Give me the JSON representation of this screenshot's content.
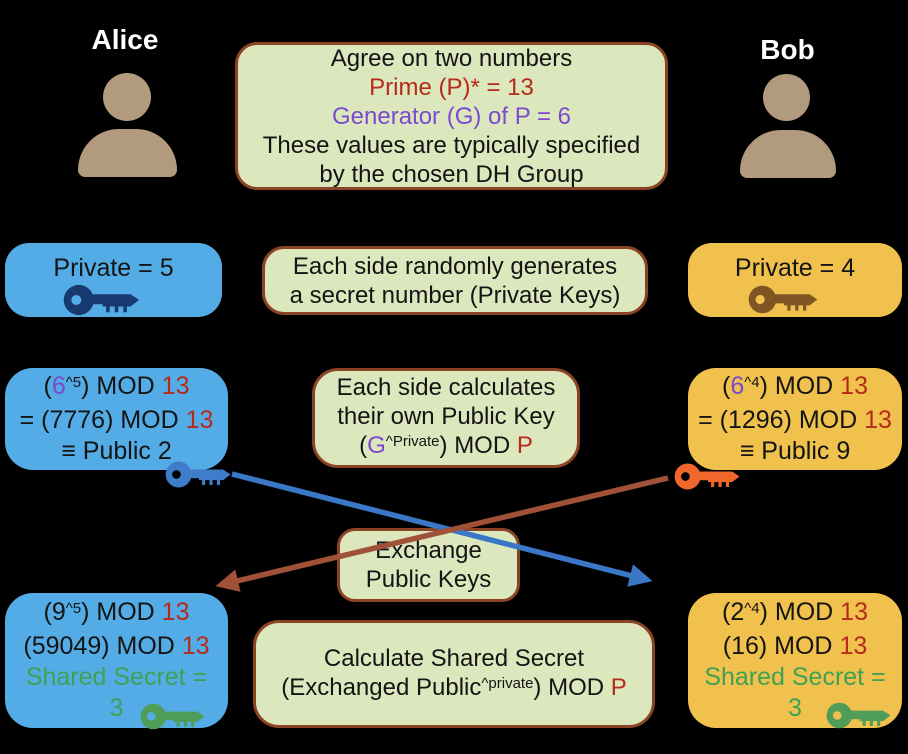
{
  "actors": {
    "alice": "Alice",
    "bob": "Bob"
  },
  "agree_box": {
    "line1": "Agree on two numbers",
    "line2": "Prime (P)* = 13",
    "line3": "Generator (G) of P = 6",
    "line4": "These values are typically specified",
    "line5": "by the chosen DH Group"
  },
  "generate_box": {
    "line1": "Each side randomly generates",
    "line2": "a secret number (Private Keys)"
  },
  "alice_private_box": {
    "label": "Private = 5"
  },
  "bob_private_box": {
    "label": "Private = 4"
  },
  "calc_public_box": {
    "line1": "Each side calculates",
    "line2": "their own Public Key",
    "formula": {
      "open": "(",
      "g": "G",
      "sup": "^Private",
      "mod": ") MOD ",
      "p": "P"
    }
  },
  "alice_public_box": {
    "line1": {
      "open": "(",
      "base": "6",
      "sup": "^5",
      "mod": ") MOD ",
      "p": "13"
    },
    "line2": {
      "pre": "= (7776) MOD ",
      "p": "13"
    },
    "line3": "≡ Public 2"
  },
  "bob_public_box": {
    "line1": {
      "open": "(",
      "base": "6",
      "sup": "^4",
      "mod": ") MOD ",
      "p": "13"
    },
    "line2": {
      "pre": "= (1296) MOD ",
      "p": "13"
    },
    "line3": "≡ Public 9"
  },
  "exchange_box": {
    "line1": "Exchange",
    "line2": "Public Keys"
  },
  "calc_secret_box": {
    "line1": "Calculate Shared Secret",
    "formula": {
      "pre": "(Exchanged Public",
      "sup": "^private",
      "mod": ") MOD ",
      "p": "P"
    }
  },
  "alice_secret_box": {
    "line1": {
      "pre": "(9",
      "sup": "^5",
      "mod": ") MOD ",
      "p": "13"
    },
    "line2": {
      "pre": "(59049) MOD ",
      "p": "13"
    },
    "line3": "Shared Secret =",
    "line4": "3"
  },
  "bob_secret_box": {
    "line1": {
      "pre": "(2",
      "sup": "^4",
      "mod": ") MOD ",
      "p": "13"
    },
    "line2": {
      "pre": "(16) MOD ",
      "p": "13"
    },
    "line3": "Shared Secret =",
    "line4": "3"
  },
  "icons": {
    "alice_avatar": "person-icon",
    "bob_avatar": "person-icon",
    "alice_private_key": "key-icon",
    "bob_private_key": "key-icon",
    "alice_public_key": "key-icon",
    "bob_public_key": "key-icon",
    "alice_shared_key": "key-icon",
    "bob_shared_key": "key-icon"
  },
  "colors": {
    "background": "#000000",
    "blue_box": "#53ACE5",
    "gold_box": "#F0C14C",
    "green_box": "#DCE7BE",
    "box_border": "#8B4423",
    "red_text": "#B52B1B",
    "purple_text": "#7B4ACF",
    "green_text": "#3FA155",
    "white_text": "#FFFFFF",
    "blue_arrow": "#3A77C6",
    "brown_arrow": "#A05138",
    "navy_key": "#173A70",
    "brown_key": "#7F5524",
    "blue_key": "#3D7DCA",
    "orange_key": "#F0662B",
    "green_key": "#4F9D58",
    "avatar": "#B19A7D"
  }
}
